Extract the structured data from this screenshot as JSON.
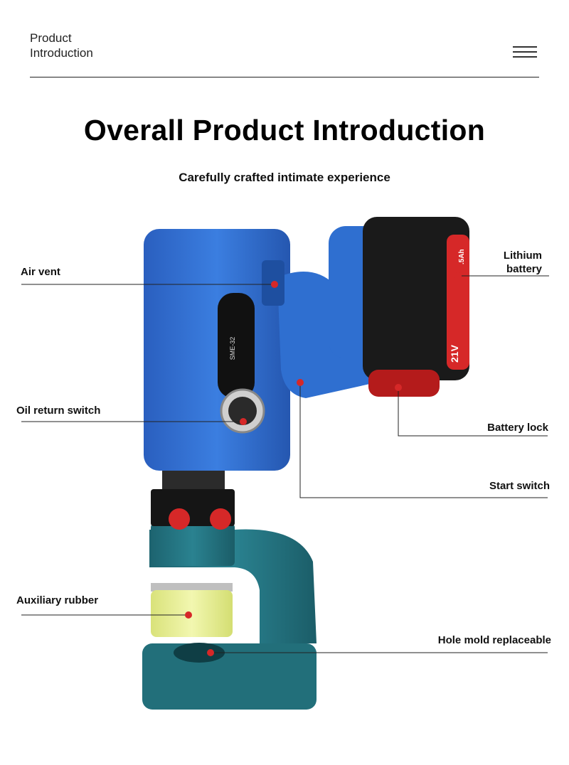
{
  "header": {
    "brand_line1": "Product",
    "brand_line2": "Introduction",
    "menu_icon": "hamburger-menu-icon"
  },
  "page": {
    "title": "Overall Product Introduction",
    "subtitle": "Carefully crafted intimate experience"
  },
  "product": {
    "body_printed_model": "SME-32",
    "battery_badge": "21V",
    "battery_capacity": ".5Ah",
    "colors": {
      "body": "#2f6fd0",
      "frame": "#22707a",
      "battery": "#1a1a1a",
      "accent_red": "#d62828",
      "rubber": "#e6ef9a"
    }
  },
  "callouts": {
    "air_vent": "Air vent",
    "lithium_battery_line1": "Lithium",
    "lithium_battery_line2": "battery",
    "oil_return_switch": "Oil return switch",
    "battery_lock": "Battery lock",
    "start_switch": "Start switch",
    "auxiliary_rubber": "Auxiliary rubber",
    "hole_mold_replaceable": "Hole mold replaceable"
  }
}
